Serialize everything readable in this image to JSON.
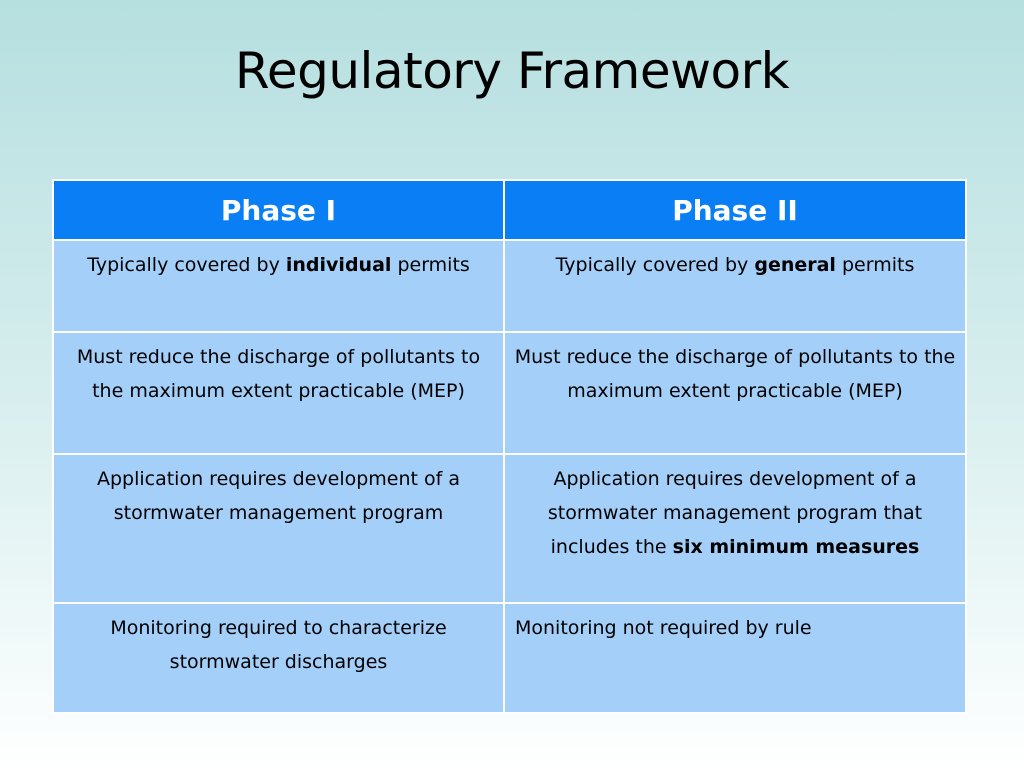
{
  "slide": {
    "title": "Regulatory Framework"
  },
  "table": {
    "headers": [
      "Phase I",
      "Phase II"
    ],
    "rows": [
      {
        "phase1": {
          "pre": "Typically covered by ",
          "bold": "individual",
          "post": " permits"
        },
        "phase2": {
          "pre": "Typically covered by ",
          "bold": "general",
          "post": " permits"
        }
      },
      {
        "phase1": {
          "text": "Must reduce the discharge of pollutants to the maximum extent practicable (MEP)"
        },
        "phase2": {
          "text": "Must reduce the discharge of pollutants to the maximum extent practicable (MEP)"
        }
      },
      {
        "phase1": {
          "text": "Application requires development of a stormwater management program"
        },
        "phase2": {
          "pre": "Application requires development of a stormwater management program that includes the ",
          "bold": "six minimum measures"
        }
      },
      {
        "phase1": {
          "text": "Monitoring required to characterize stormwater discharges"
        },
        "phase2": {
          "text": "Monitoring not required by rule"
        }
      }
    ]
  },
  "colors": {
    "header_bg": "#0a7ff5",
    "cell_bg": "#a3cff9",
    "header_text": "#ffffff"
  }
}
